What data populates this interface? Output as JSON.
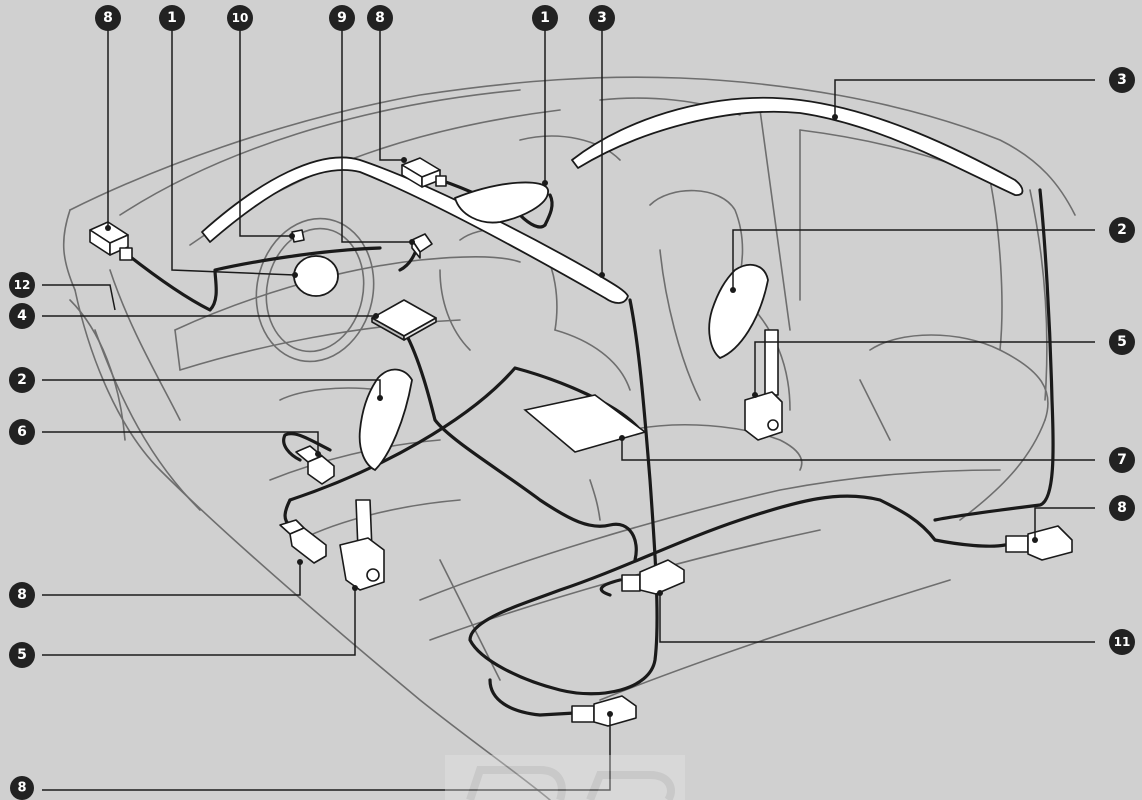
{
  "diagram": {
    "colors": {
      "background": "#d0d0d0",
      "line": "#1a1a1a",
      "outline": "#6e6e6e",
      "badge": "#222222",
      "part_fill": "#ffffff"
    },
    "callouts": [
      {
        "id": "top-8a",
        "label": "8"
      },
      {
        "id": "top-1a",
        "label": "1"
      },
      {
        "id": "top-10",
        "label": "10"
      },
      {
        "id": "top-9",
        "label": "9"
      },
      {
        "id": "top-8b",
        "label": "8"
      },
      {
        "id": "top-1b",
        "label": "1"
      },
      {
        "id": "top-3",
        "label": "3"
      },
      {
        "id": "right-3",
        "label": "3"
      },
      {
        "id": "right-2",
        "label": "2"
      },
      {
        "id": "right-5",
        "label": "5"
      },
      {
        "id": "right-7",
        "label": "7"
      },
      {
        "id": "right-8",
        "label": "8"
      },
      {
        "id": "right-11",
        "label": "11"
      },
      {
        "id": "left-12",
        "label": "12"
      },
      {
        "id": "left-4",
        "label": "4"
      },
      {
        "id": "left-2",
        "label": "2"
      },
      {
        "id": "left-6",
        "label": "6"
      },
      {
        "id": "left-8",
        "label": "8"
      },
      {
        "id": "left-5",
        "label": "5"
      },
      {
        "id": "bottom-8",
        "label": "8"
      }
    ]
  }
}
